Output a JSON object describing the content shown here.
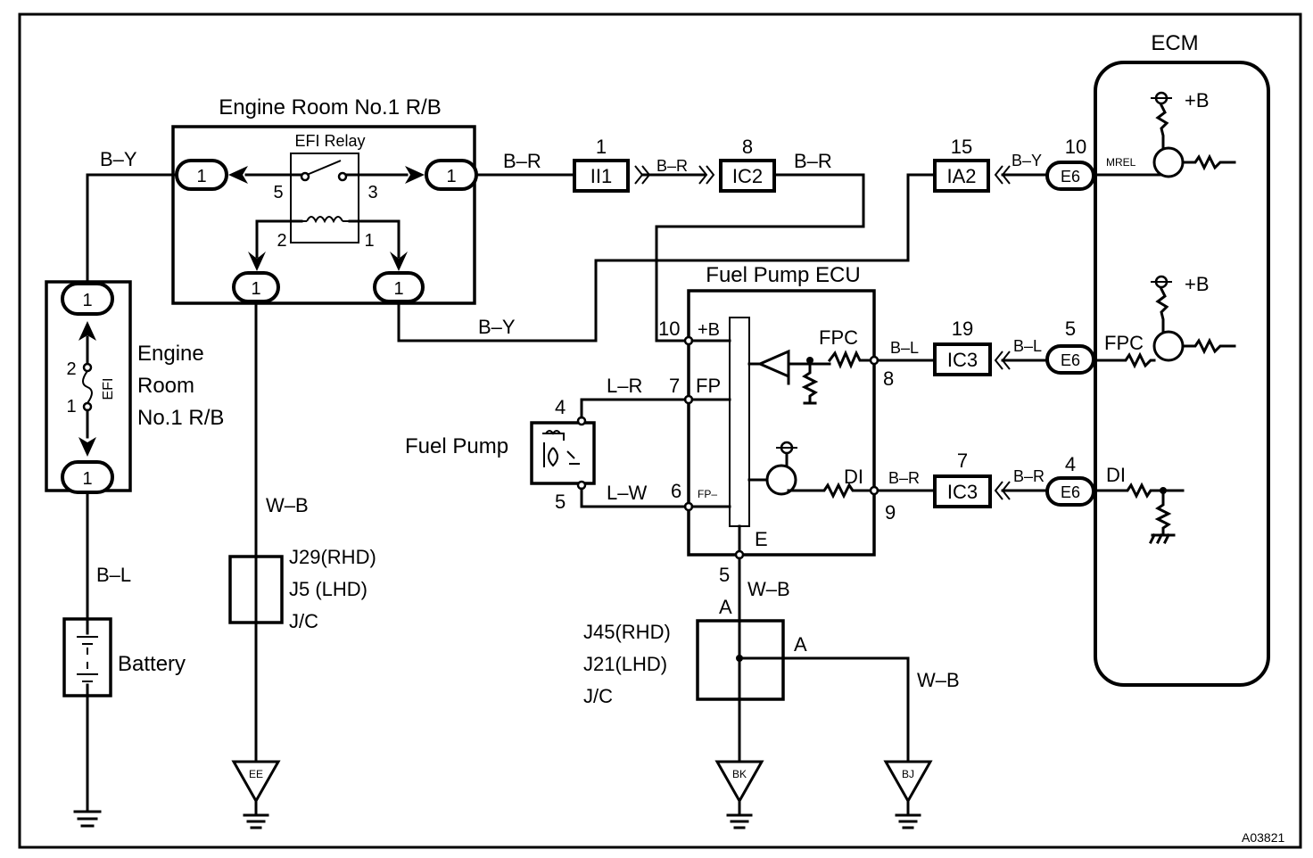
{
  "title_ecm": "ECM",
  "relay_block": {
    "title": "Engine Room No.1 R/B",
    "relay_name": "EFI Relay",
    "pins": [
      "5",
      "3",
      "2",
      "1"
    ],
    "connector_labels": [
      "1",
      "1",
      "1",
      "1"
    ]
  },
  "fuse_block": {
    "label_lines": [
      "Engine",
      "Room",
      "No.1 R/B"
    ],
    "fuse_name": "EFI",
    "pins": [
      "2",
      "1"
    ],
    "connector_labels": [
      "1",
      "1"
    ]
  },
  "battery": {
    "label": "Battery"
  },
  "junction_left": {
    "lines": [
      "J29(RHD)",
      "J5 (LHD)",
      "J/C"
    ]
  },
  "junction_mid": {
    "lines": [
      "J45(RHD)",
      "J21(LHD)",
      "J/C"
    ],
    "pin_top": "A",
    "pin_right": "A"
  },
  "wires": {
    "b_y_left": "B–Y",
    "b_l": "B–L",
    "w_b_left": "W–B",
    "b_r_1": "B–R",
    "b_r_2": "B–R",
    "b_r_3": "B–R",
    "b_y_mid": "B–Y",
    "b_y_right": "B–Y",
    "l_r": "L–R",
    "l_w": "L–W",
    "b_l_fpc_1": "B–L",
    "b_l_fpc_2": "B–L",
    "b_r_di_1": "B–R",
    "b_r_di_2": "B–R",
    "w_b_mid": "W–B",
    "w_b_right": "W–B"
  },
  "connectors": {
    "ii1": {
      "name": "II1",
      "pin": "1"
    },
    "ic2": {
      "name": "IC2",
      "pin": "8"
    },
    "ia2": {
      "name": "IA2",
      "pin": "15"
    },
    "ic3_a": {
      "name": "IC3",
      "pin": "19"
    },
    "ic3_b": {
      "name": "IC3",
      "pin": "7"
    },
    "e6_a": {
      "name": "E6",
      "pin": "10"
    },
    "e6_b": {
      "name": "E6",
      "pin": "5"
    },
    "e6_c": {
      "name": "E6",
      "pin": "4"
    }
  },
  "fuel_pump": {
    "label": "Fuel Pump",
    "pins": [
      "4",
      "5"
    ]
  },
  "fuel_pump_ecu": {
    "title": "Fuel Pump ECU",
    "terminals": {
      "pb_num": "10",
      "pb_name": "+B",
      "fp_num": "7",
      "fp_name": "FP",
      "fpm_num": "6",
      "fpm_name": "FP–",
      "fpc_name": "FPC",
      "fpc_num": "8",
      "di_name": "DI",
      "di_num": "9",
      "e_name": "E",
      "e_num": "5"
    }
  },
  "ecm": {
    "mrel": "MREL",
    "plus_b_1": "+B",
    "plus_b_2": "+B",
    "fpc": "FPC",
    "di": "DI"
  },
  "grounds": [
    "EE",
    "BK",
    "BJ"
  ],
  "figure_code": "A03821"
}
